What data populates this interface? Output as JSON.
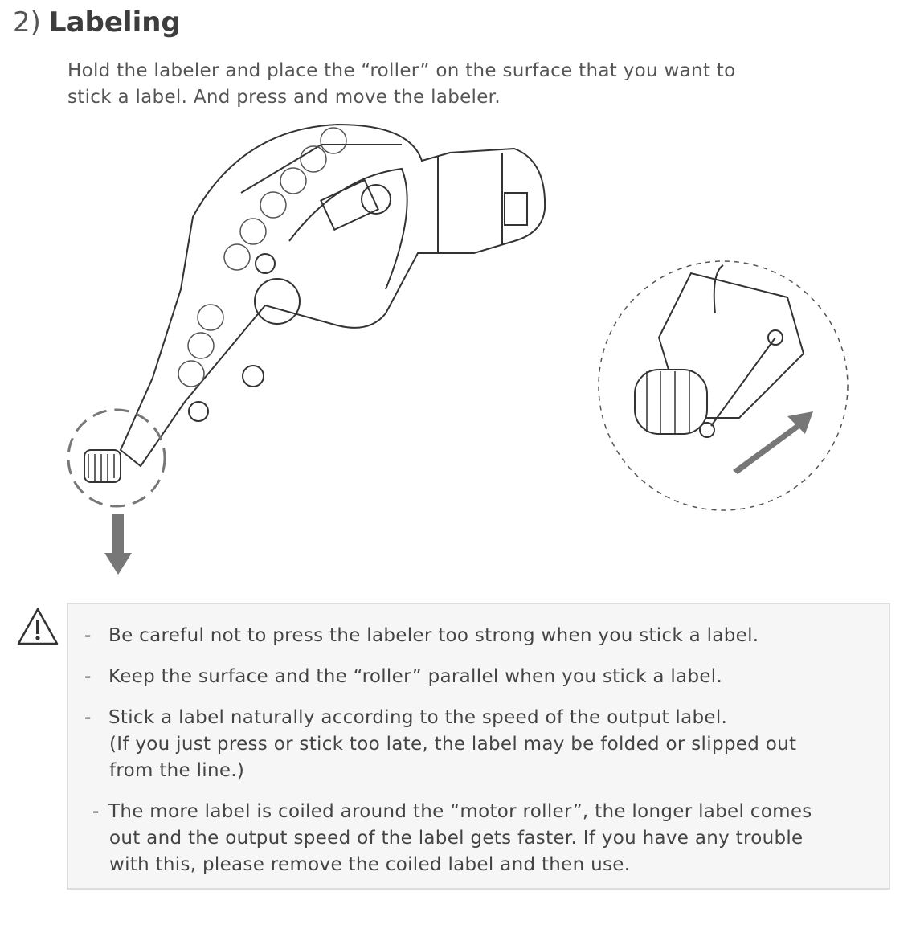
{
  "section": {
    "number": "2)",
    "title": "Labeling"
  },
  "intro": {
    "line1": "Hold the labeler and place the “roller” on the surface that you want to",
    "line2": "stick a label. And press and move the labeler."
  },
  "illustration": {
    "main": "labeler-device",
    "detail": "roller-closeup"
  },
  "warning": {
    "icon": "warning-triangle-icon",
    "items": [
      {
        "dash": "-",
        "lines": [
          "Be careful not to press the labeler too strong when you stick a label."
        ]
      },
      {
        "dash": "-",
        "lines": [
          "Keep the surface and the “roller” parallel when you stick a label."
        ]
      },
      {
        "dash": "-",
        "lines": [
          "Stick a label naturally according to the speed of the output label.",
          "(If you just press or stick too late, the label may be folded or slipped out",
          "from the line.)"
        ]
      },
      {
        "dash": "-",
        "lines": [
          "The more label is coiled around the “motor roller”, the longer label comes",
          "out and the output speed of the label gets faster. If you have any trouble",
          "with this, please remove the coiled label and then use."
        ]
      }
    ]
  }
}
